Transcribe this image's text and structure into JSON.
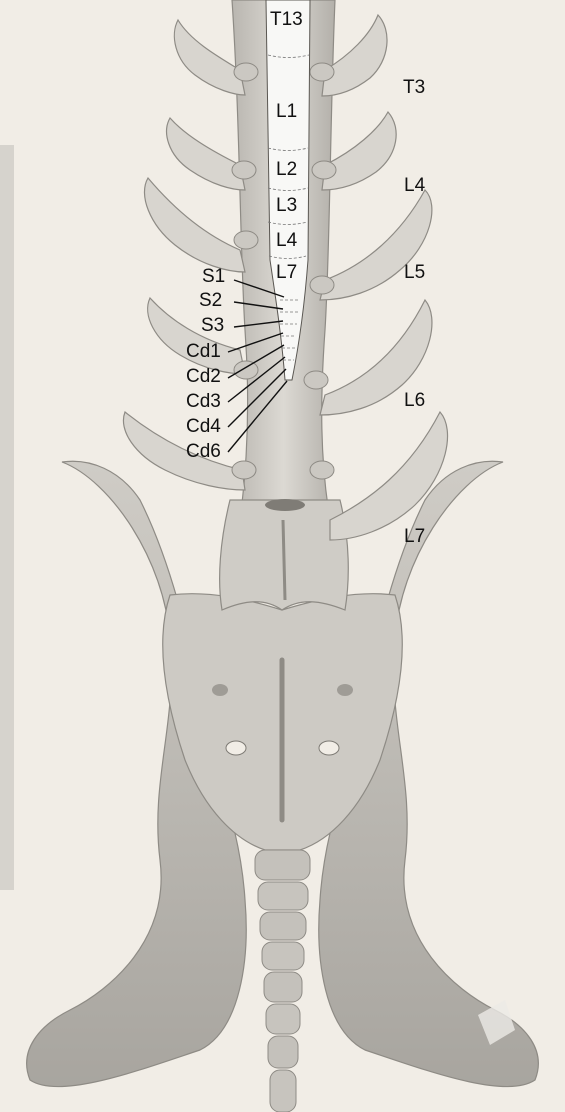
{
  "canal_labels": {
    "t13": "T13",
    "l1": "L1",
    "l2": "L2",
    "l3": "L3",
    "l4": "L4",
    "l7": "L7"
  },
  "segment_labels": {
    "s1": "S1",
    "s2": "S2",
    "s3": "S3",
    "cd1": "Cd1",
    "cd2": "Cd2",
    "cd3": "Cd3",
    "cd4": "Cd4",
    "cd6": "Cd6"
  },
  "vertebra_labels": {
    "t3": "T3",
    "l4": "L4",
    "l5": "L5",
    "l6": "L6",
    "l7": "L7"
  },
  "colors": {
    "background": "#f1ede6",
    "bone": "#c9c6c0",
    "bone_light": "#e2dfd9",
    "bone_shadow": "#9d9a94",
    "spinal_cord": "#f8f8f6",
    "label_text": "#111111",
    "left_strip": "#d6d3cd"
  }
}
